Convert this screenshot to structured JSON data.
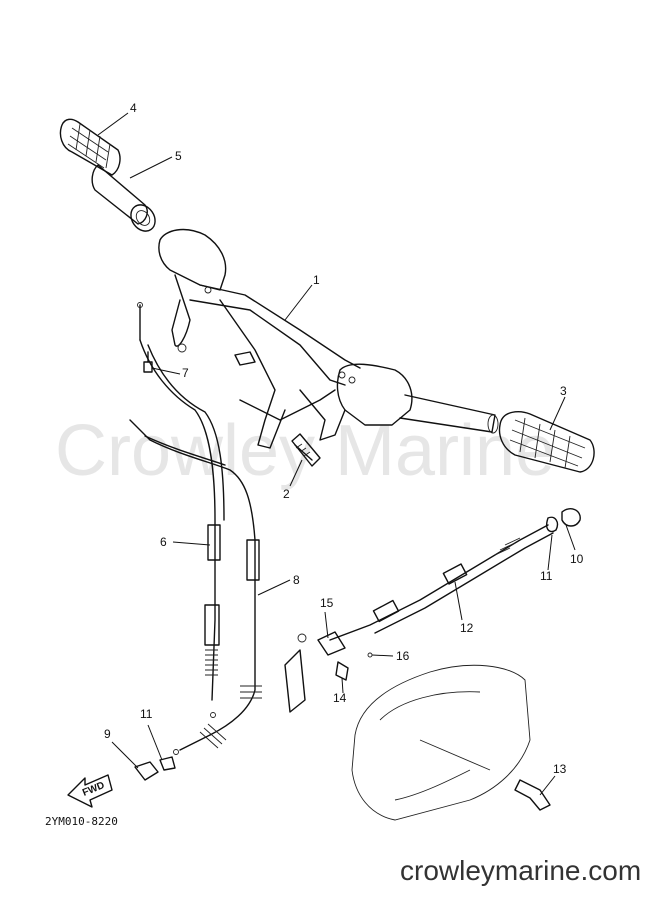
{
  "watermark": "Crowley Marine",
  "footer_site": "crowleymarine.com",
  "diagram_code": "2YM010-8220",
  "direction_marker": "FWD",
  "callouts": {
    "c1": "1",
    "c2": "2",
    "c3": "3",
    "c4": "4",
    "c5": "5",
    "c6": "6",
    "c7": "7",
    "c8": "8",
    "c9": "9",
    "c10": "10",
    "c11a": "11",
    "c11b": "11",
    "c12": "12",
    "c13": "13",
    "c14": "14",
    "c15": "15",
    "c16": "16"
  }
}
